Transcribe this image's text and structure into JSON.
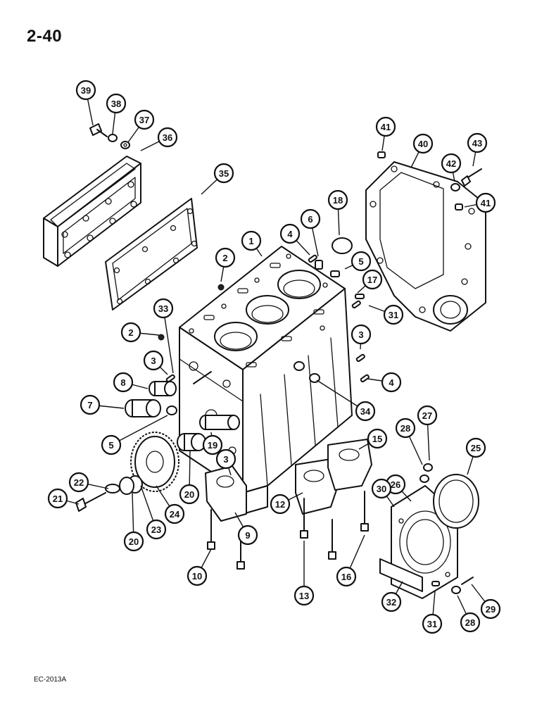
{
  "page_number": "2-40",
  "footer_code": "EC-2013A",
  "callouts": [
    "39",
    "38",
    "37",
    "36",
    "35",
    "41",
    "40",
    "43",
    "42",
    "41",
    "1",
    "2",
    "4",
    "6",
    "18",
    "5",
    "17",
    "31",
    "33",
    "2",
    "3",
    "3",
    "8",
    "4",
    "7",
    "5",
    "34",
    "19",
    "28",
    "27",
    "25",
    "15",
    "3",
    "20",
    "24",
    "22",
    "21",
    "20",
    "23",
    "9",
    "12",
    "26",
    "30",
    "10",
    "13",
    "16",
    "32",
    "31",
    "28",
    "29"
  ]
}
